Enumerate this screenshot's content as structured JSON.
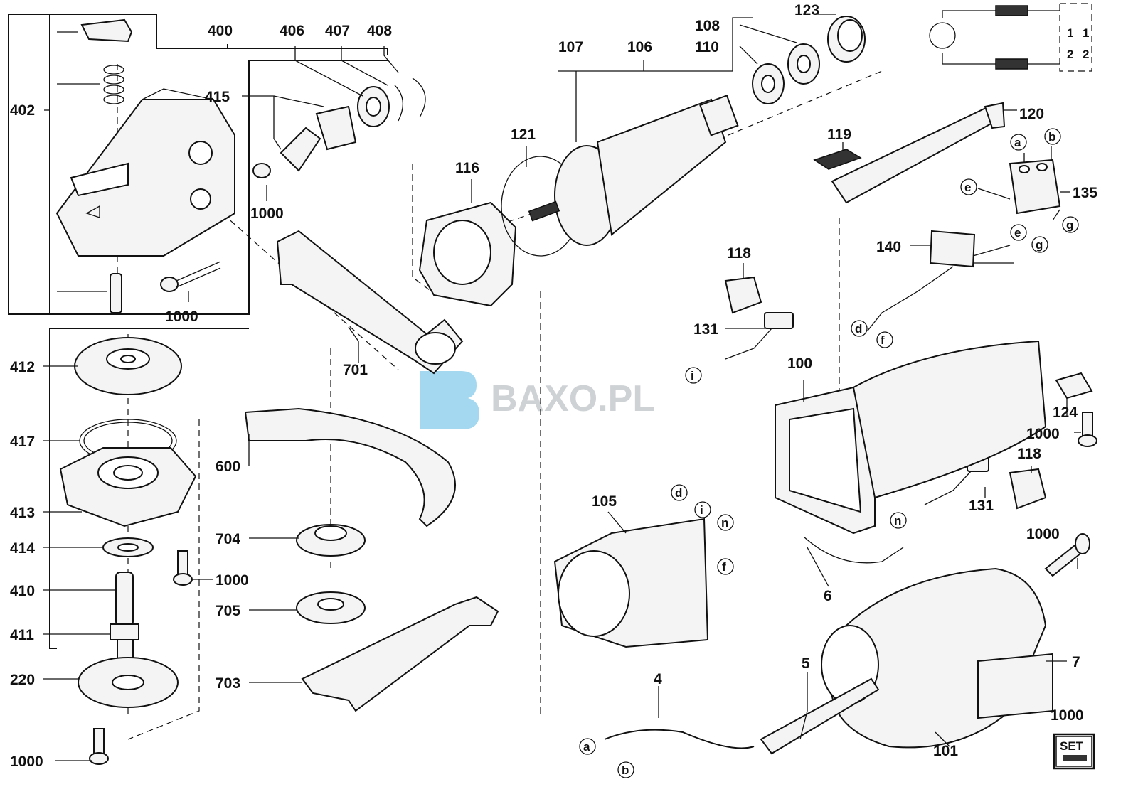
{
  "diagram": {
    "watermark": "BAXO.PL",
    "set_badge": "SET",
    "callouts": {
      "400": "400",
      "406": "406",
      "407": "407",
      "408": "408",
      "402": "402",
      "415": "415",
      "1000": "1000",
      "412": "412",
      "417": "417",
      "413": "413",
      "414": "414",
      "410": "410",
      "411": "411",
      "220": "220",
      "701": "701",
      "116": "116",
      "121": "121",
      "107": "107",
      "106": "106",
      "108": "108",
      "110": "110",
      "123": "123",
      "120": "120",
      "119": "119",
      "135": "135",
      "140": "140",
      "118": "118",
      "131": "131",
      "100": "100",
      "124": "124",
      "600": "600",
      "704": "704",
      "705": "705",
      "703": "703",
      "105": "105",
      "6": "6",
      "5": "5",
      "4": "4",
      "7": "7",
      "101": "101"
    },
    "letters": {
      "a": "a",
      "b": "b",
      "d": "d",
      "e": "e",
      "f": "f",
      "g": "g",
      "i": "i",
      "n": "n"
    },
    "schematic": {
      "one": "1",
      "two": "2"
    }
  }
}
